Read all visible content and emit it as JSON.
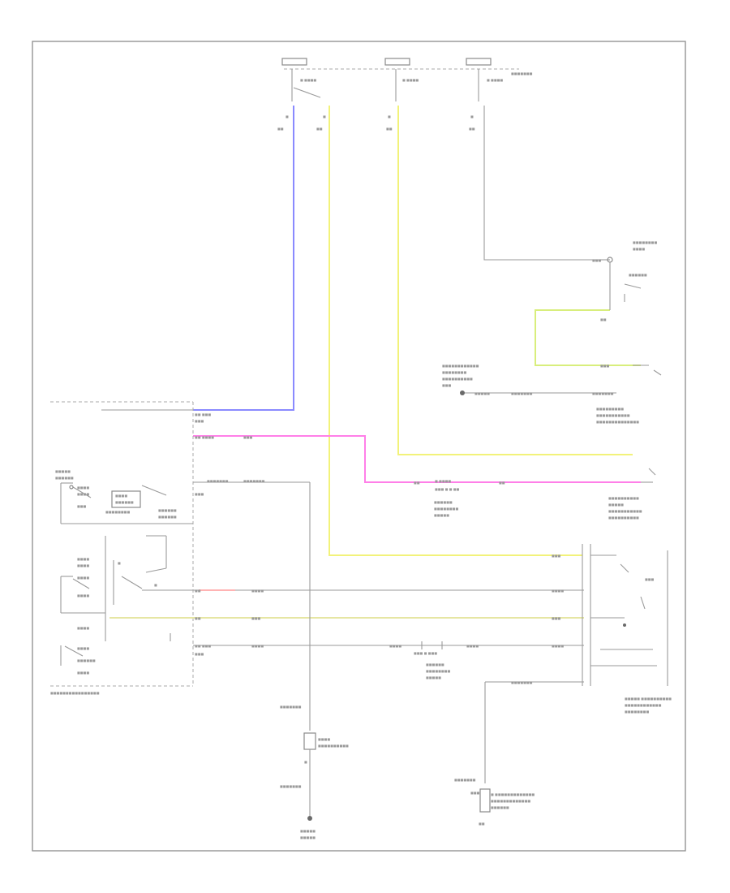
{
  "page": {
    "footer_code": "",
    "frame_label": ""
  },
  "colors": {
    "blue_wire": "#8a8aff",
    "yellow_wire": "#f2f27a",
    "pink_wire": "#ff7fe8",
    "green_yellow_wire": "#d8ee7c",
    "frame": "#8c8c8c",
    "line": "#9a9a9a"
  },
  "fuse_boxes": [
    {
      "id": "fuse-box-left",
      "label": ""
    },
    {
      "id": "fuse-box-middle",
      "label": ""
    },
    {
      "id": "fuse-box-right",
      "label": ""
    }
  ],
  "components": {
    "combination_switch": {
      "label": ""
    },
    "front_wiper_motor": {
      "label": ""
    },
    "front_washer_motor": {
      "label": ""
    },
    "combination_meter": {
      "label": ""
    },
    "ground_point_bottom": {
      "label": ""
    },
    "ground_point_bottom_right": {
      "label": ""
    }
  },
  "wire_codes": []
}
